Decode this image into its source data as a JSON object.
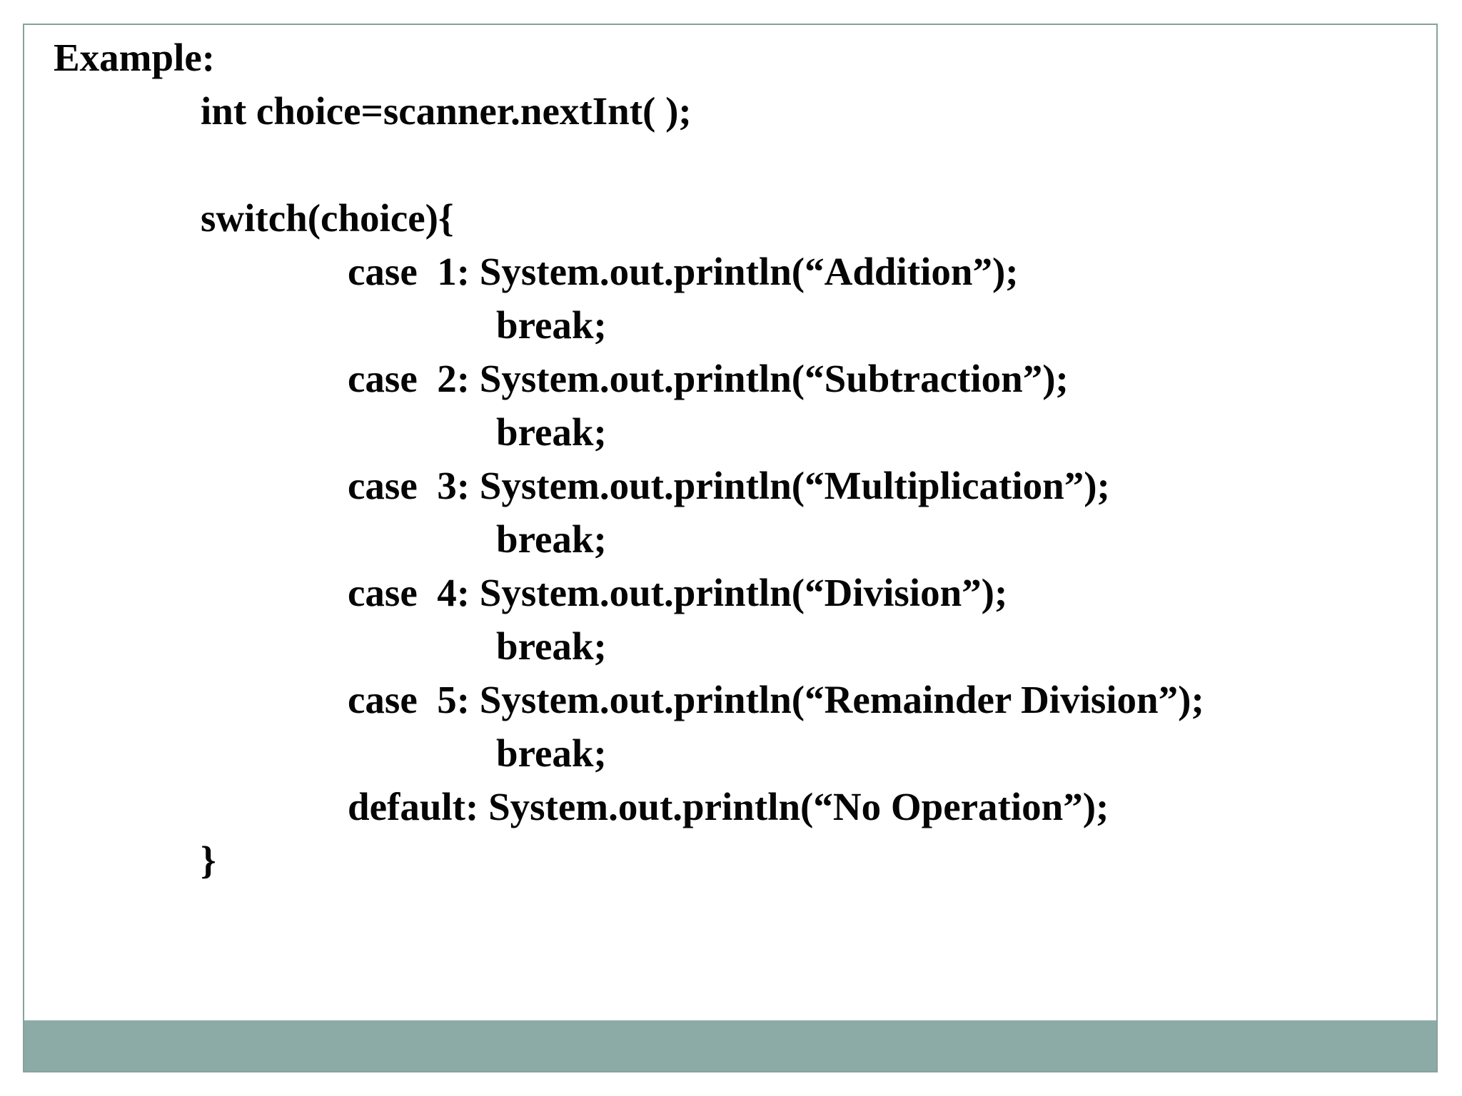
{
  "slide": {
    "code_lines": [
      {
        "indent": 0,
        "text": "Example:"
      },
      {
        "indent": 1,
        "text": "int choice=scanner.nextInt( );"
      },
      {
        "indent": 0,
        "text": ""
      },
      {
        "indent": 1,
        "text": "switch(choice){"
      },
      {
        "indent": 2,
        "text": "case  1: System.out.println(“Addition”);"
      },
      {
        "indent": 3,
        "text": "break;"
      },
      {
        "indent": 2,
        "text": "case  2: System.out.println(“Subtraction”);"
      },
      {
        "indent": 3,
        "text": "break;"
      },
      {
        "indent": 2,
        "text": "case  3: System.out.println(“Multiplication”);"
      },
      {
        "indent": 3,
        "text": "break;"
      },
      {
        "indent": 2,
        "text": "case  4: System.out.println(“Division”);"
      },
      {
        "indent": 3,
        "text": "break;"
      },
      {
        "indent": 2,
        "text": "case  5: System.out.println(“Remainder Division”);"
      },
      {
        "indent": 3,
        "text": "break;"
      },
      {
        "indent": 2,
        "text": "default: System.out.println(“No Operation”);"
      },
      {
        "indent": 1,
        "text": "}"
      }
    ]
  },
  "colors": {
    "slide_border": "#87a29d",
    "footer_bar": "#8caba6",
    "text": "#050505",
    "background": "#ffffff"
  }
}
